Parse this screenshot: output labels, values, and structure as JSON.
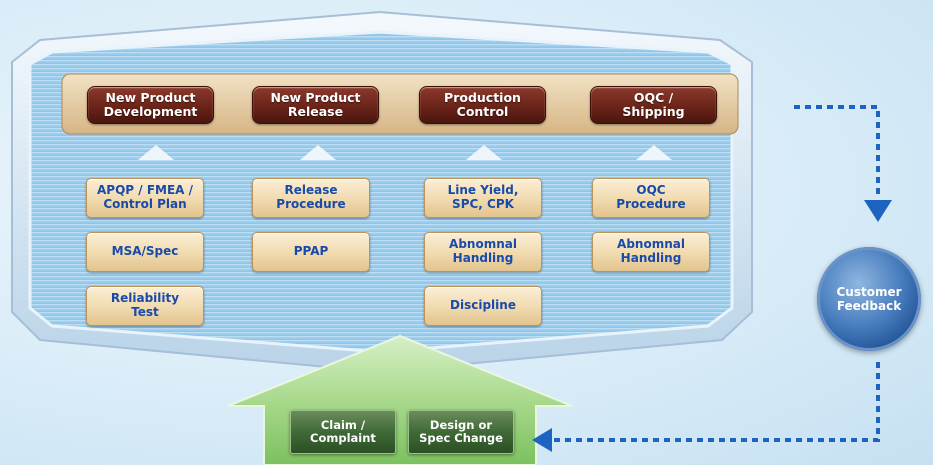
{
  "stages": [
    {
      "label": "New Product\nDevelopment"
    },
    {
      "label": "New Product\nRelease"
    },
    {
      "label": "Production\nControl"
    },
    {
      "label": "OQC /\nShipping"
    }
  ],
  "columns": [
    {
      "items": [
        "APQP / FMEA /\nControl Plan",
        "MSA/Spec",
        "Reliability\nTest"
      ]
    },
    {
      "items": [
        "Release\nProcedure",
        "PPAP"
      ]
    },
    {
      "items": [
        "Line Yield,\nSPC, CPK",
        "Abnomnal\nHandling",
        "Discipline"
      ]
    },
    {
      "items": [
        "OQC\nProcedure",
        "Abnomnal\nHandling"
      ]
    }
  ],
  "inputs": [
    "Claim /\nComplaint",
    "Design or\nSpec Change"
  ],
  "feedback": {
    "label": "Customer\nFeedback"
  },
  "colors": {
    "stage": "#6a2418",
    "box_text": "#1a4aa8",
    "input": "#3f6a36",
    "arrow_dotted": "#1f63c0",
    "feedback": "#2b5ea8"
  }
}
